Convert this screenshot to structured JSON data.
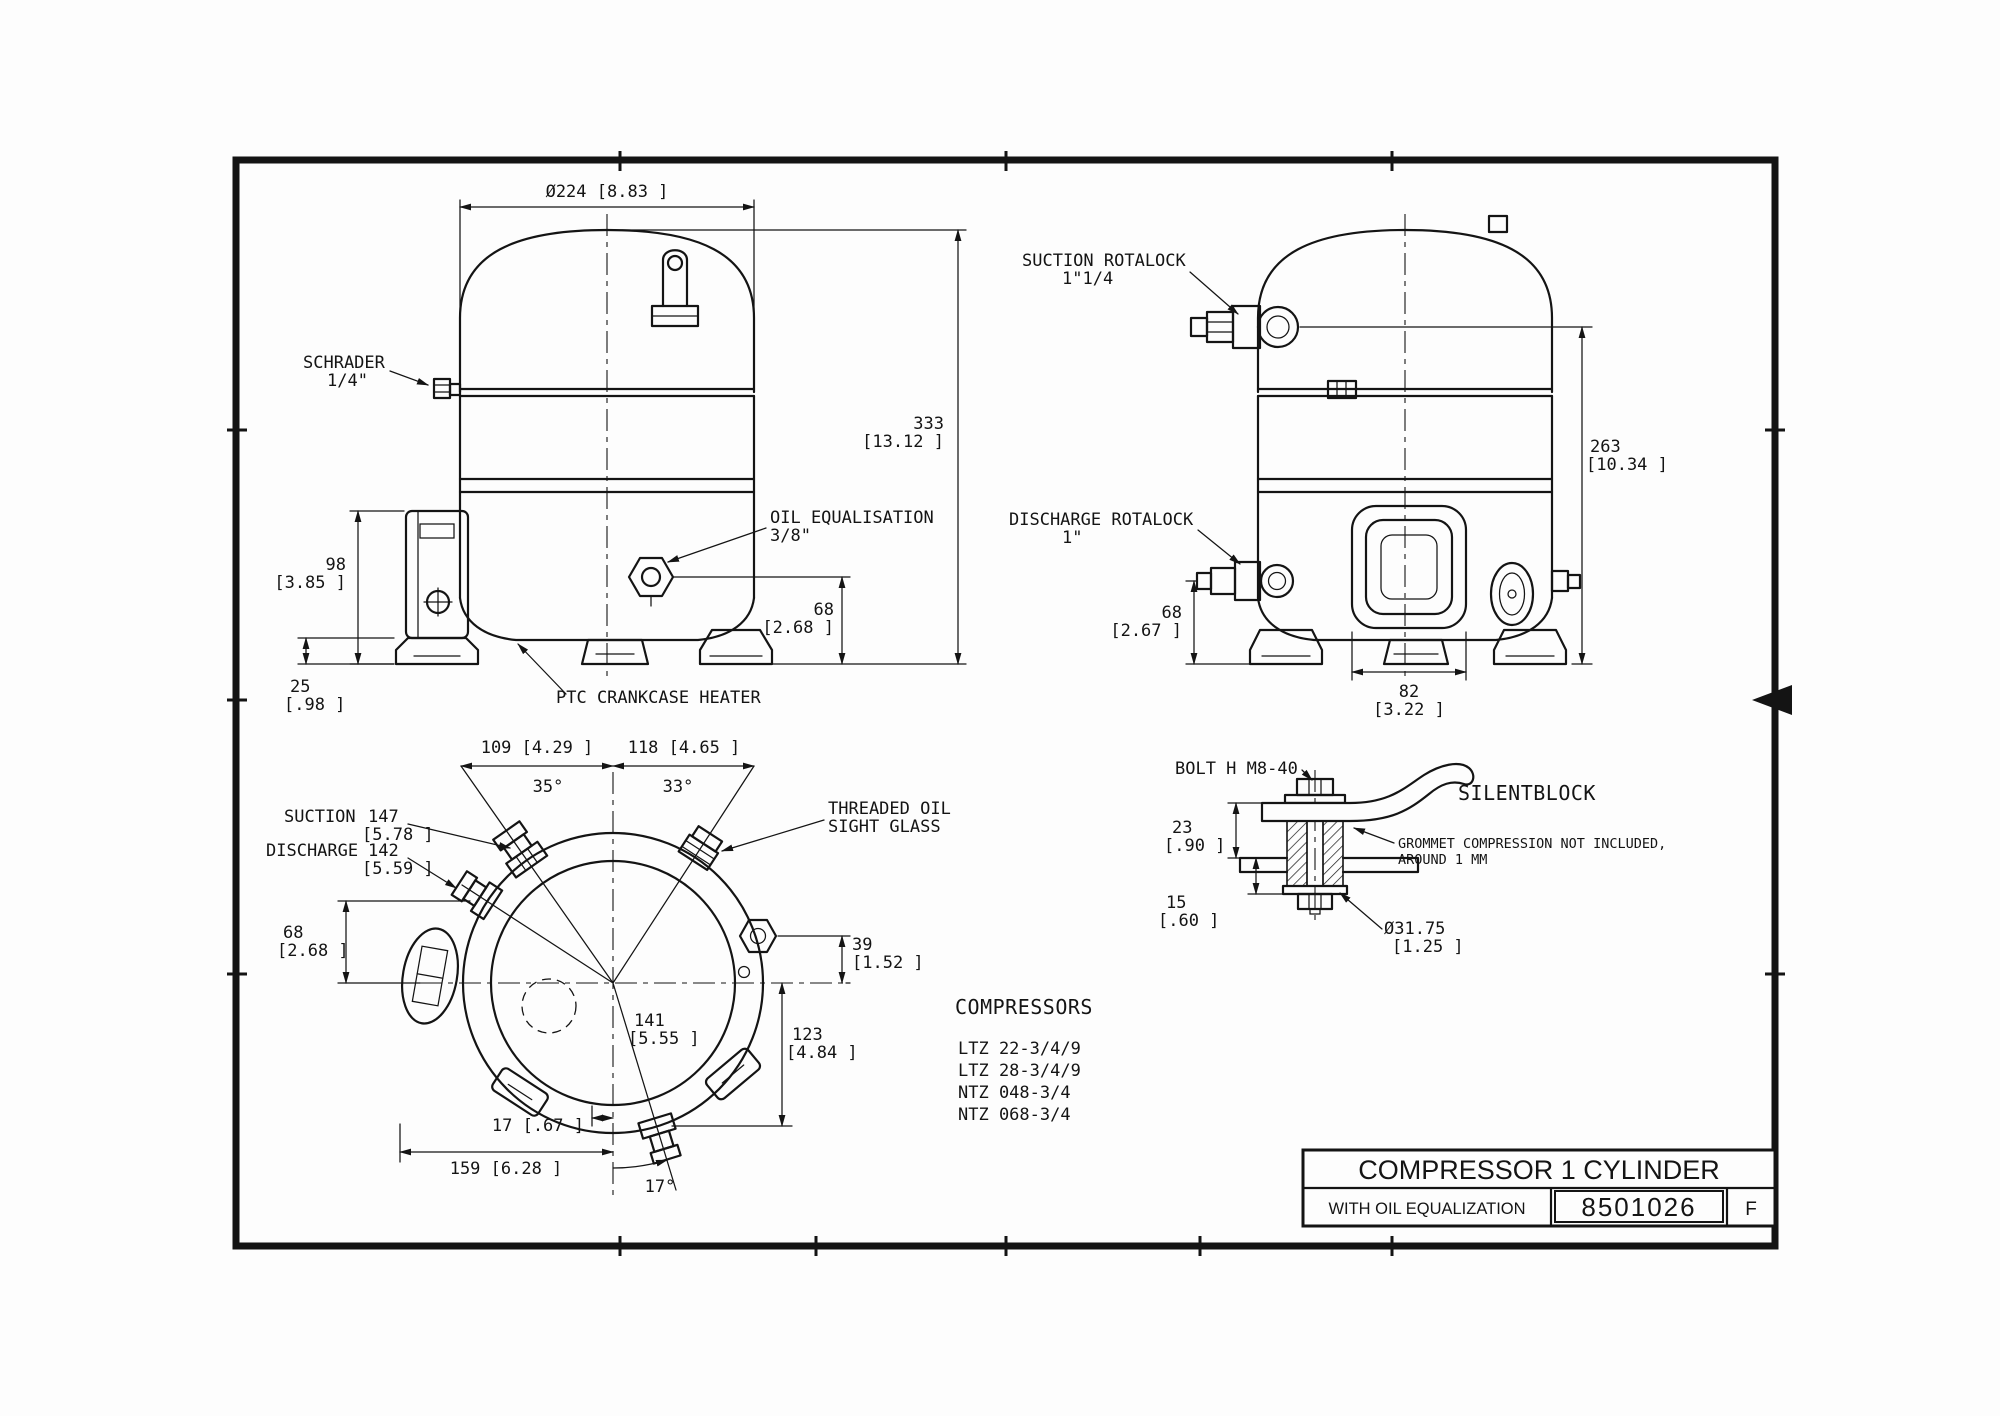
{
  "drawing": {
    "front_view": {
      "dim_diameter": "Ø224 [8.83 ]",
      "dim_height_mm": "333",
      "dim_height_in": "[13.12 ]",
      "schrader_label": "SCHRADER",
      "schrader_size": "1/4\"",
      "dim_plate_mm": "98",
      "dim_plate_in": "[3.85 ]",
      "dim_foot_mm": "25",
      "dim_foot_in": "[.98 ]",
      "oil_eq_label": "OIL EQUALISATION",
      "oil_eq_size": "3/8\"",
      "dim_oil_mm": "68",
      "dim_oil_in": "[2.68 ]",
      "ptc_label": "PTC CRANKCASE HEATER"
    },
    "side_view": {
      "suction_label": "SUCTION ROTALOCK",
      "suction_size": "1\"1/4",
      "discharge_label": "DISCHARGE ROTALOCK",
      "discharge_size": "1\"",
      "dim_height_mm": "263",
      "dim_height_in": "[10.34 ]",
      "dim_disch_mm": "68",
      "dim_disch_in": "[2.67 ]",
      "dim_feet_mm": "82",
      "dim_feet_in": "[3.22 ]"
    },
    "top_view": {
      "dim_109": "109  [4.29 ]",
      "dim_118": "118  [4.65 ]",
      "angle_35": "35°",
      "angle_33": "33°",
      "suction_label": "SUCTION",
      "dim_suction_mm": "147",
      "dim_suction_in": "[5.78 ]",
      "discharge_label": "DISCHARGE",
      "dim_discharge_mm": "142",
      "dim_discharge_in": "[5.59 ]",
      "dim_68_mm": "68",
      "dim_68_in": "[2.68 ]",
      "dim_39_mm": "39",
      "dim_39_in": "[1.52 ]",
      "dim_141_mm": "141",
      "dim_141_in": "[5.55 ]",
      "dim_123_mm": "123",
      "dim_123_in": "[4.84 ]",
      "dim_17": "17  [.67 ]",
      "dim_159": "159  [6.28 ]",
      "angle_17": "17°",
      "sight_label_1": "THREADED OIL",
      "sight_label_2": "SIGHT GLASS"
    },
    "silentblock": {
      "bolt_label": "BOLT H M8-40",
      "title": "SILENTBLOCK",
      "note_1": "GROMMET COMPRESSION NOT INCLUDED,",
      "note_2": "AROUND 1 MM",
      "dim_23_mm": "23",
      "dim_23_in": "[.90 ]",
      "dim_15_mm": "15",
      "dim_15_in": "[.60 ]",
      "dim_dia": "Ø31.75",
      "dim_dia_in": "[1.25 ]"
    },
    "compressors": {
      "heading": "COMPRESSORS",
      "models": [
        "LTZ 22-3/4/9",
        "LTZ 28-3/4/9",
        "NTZ 048-3/4",
        "NTZ 068-3/4"
      ]
    },
    "title_block": {
      "title": "COMPRESSOR 1 CYLINDER",
      "subtitle": "WITH OIL EQUALIZATION",
      "drawing_number": "8501026",
      "revision": "F"
    }
  }
}
